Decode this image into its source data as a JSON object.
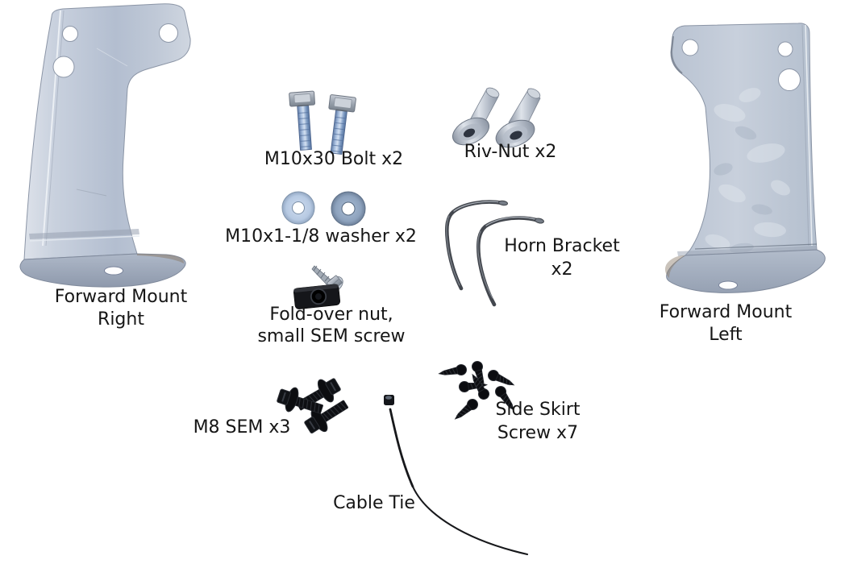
{
  "labels": {
    "forward_mount_right": {
      "line1": "Forward Mount",
      "line2": "Right"
    },
    "m10x30_bolt": {
      "line1": "M10x30 Bolt x2"
    },
    "riv_nut": {
      "line1": "Riv-Nut x2"
    },
    "m10_washer": {
      "line1": "M10x1-1/8 washer x2"
    },
    "horn_bracket": {
      "line1": "Horn Bracket",
      "line2": "x2"
    },
    "fold_over_nut": {
      "line1": "Fold-over nut,",
      "line2": "small SEM screw"
    },
    "m8_sem": {
      "line1": "M8 SEM x3"
    },
    "side_skirt_screw": {
      "line1": "Side Skirt",
      "line2": "Screw x7"
    },
    "cable_tie": {
      "line1": "Cable Tie"
    },
    "forward_mount_left": {
      "line1": "Forward Mount",
      "line2": "Left"
    }
  },
  "colors": {
    "background": "#ffffff",
    "label_text": "#161616",
    "bracket_metal_light": "#ccd4df",
    "bracket_metal_mid": "#b3becf",
    "bolt_shank_blue": "#7e9bc3",
    "bolt_head_gray": "#9aa3ae",
    "rivnut_silver": "#c9d0da",
    "washer_light_blue": "#b6c9e2",
    "washer_steel_blue": "#8da2bd",
    "horn_bracket_steel": "#43474e",
    "black_hardware": "#121318"
  }
}
